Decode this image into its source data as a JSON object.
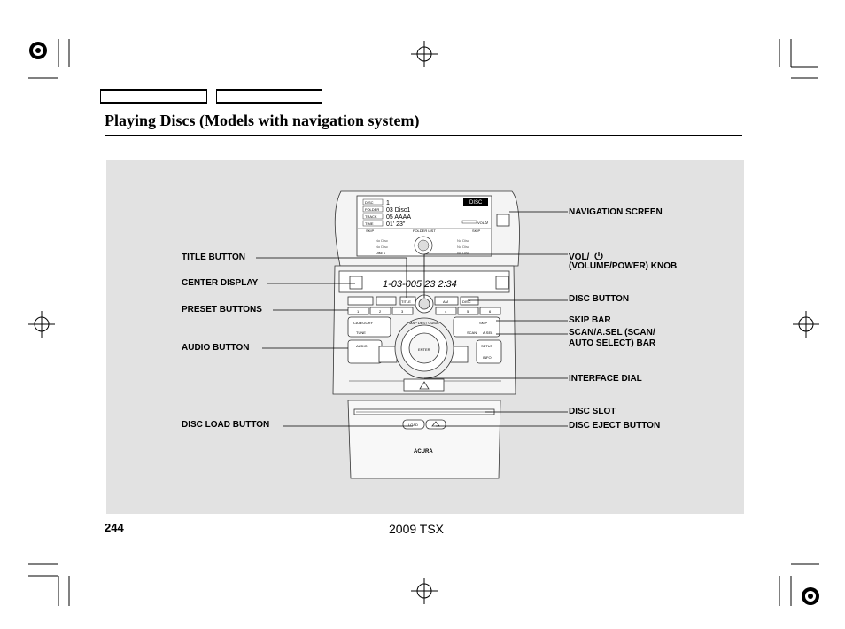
{
  "header": {
    "title": "Playing Discs (Models with navigation system)"
  },
  "figure": {
    "nav_screen": {
      "rows": [
        {
          "key": "DISC",
          "value": "1"
        },
        {
          "key": "FOLDER",
          "value": "03 Disc1"
        },
        {
          "key": "TRACK",
          "value": "05 AAAA"
        },
        {
          "key": "TIME",
          "value": "01' 23\""
        }
      ],
      "mode_label": "DISC",
      "vol_label": "VOL",
      "vol_value": "9",
      "skip_left": "SKIP",
      "skip_right": "SKIP",
      "folder_list": "FOLDER LIST",
      "slots": [
        "No Disc",
        "No Disc",
        "Disc 1",
        "No Disc",
        "No Disc",
        "No Disc"
      ]
    },
    "center_display": {
      "text": "1-03-005  23  2:34"
    },
    "buttons": {
      "title": "TITLE",
      "disc": "DISC",
      "am": "AM",
      "presets": [
        "1",
        "2",
        "3",
        "4",
        "5",
        "6"
      ],
      "audio": "AUDIO",
      "skip": "SKIP",
      "scan": "SCAN",
      "asel": "A.SEL",
      "setup": "SETUP",
      "info": "INFO",
      "category": "CATEGORY",
      "tune": "TUNE",
      "map_dest_guide": "MAP DEST GUIDE",
      "enter": "ENTER",
      "load": "LOAD",
      "brand": "ACURA"
    },
    "labels": {
      "navigation_screen": "NAVIGATION SCREEN",
      "vol_line1": "VOL/",
      "vol_line2": "(VOLUME/POWER) KNOB",
      "title_button": "TITLE BUTTON",
      "center_display": "CENTER DISPLAY",
      "disc_button": "DISC BUTTON",
      "preset_buttons": "PRESET BUTTONS",
      "skip_bar": "SKIP BAR",
      "scan_line1": "SCAN/A.SEL (SCAN/",
      "scan_line2": "AUTO SELECT) BAR",
      "audio_button": "AUDIO BUTTON",
      "interface_dial": "INTERFACE DIAL",
      "disc_slot": "DISC SLOT",
      "disc_load_button": "DISC LOAD BUTTON",
      "disc_eject_button": "DISC EJECT BUTTON"
    }
  },
  "footer": {
    "page_number": "244",
    "model": "2009  TSX"
  }
}
